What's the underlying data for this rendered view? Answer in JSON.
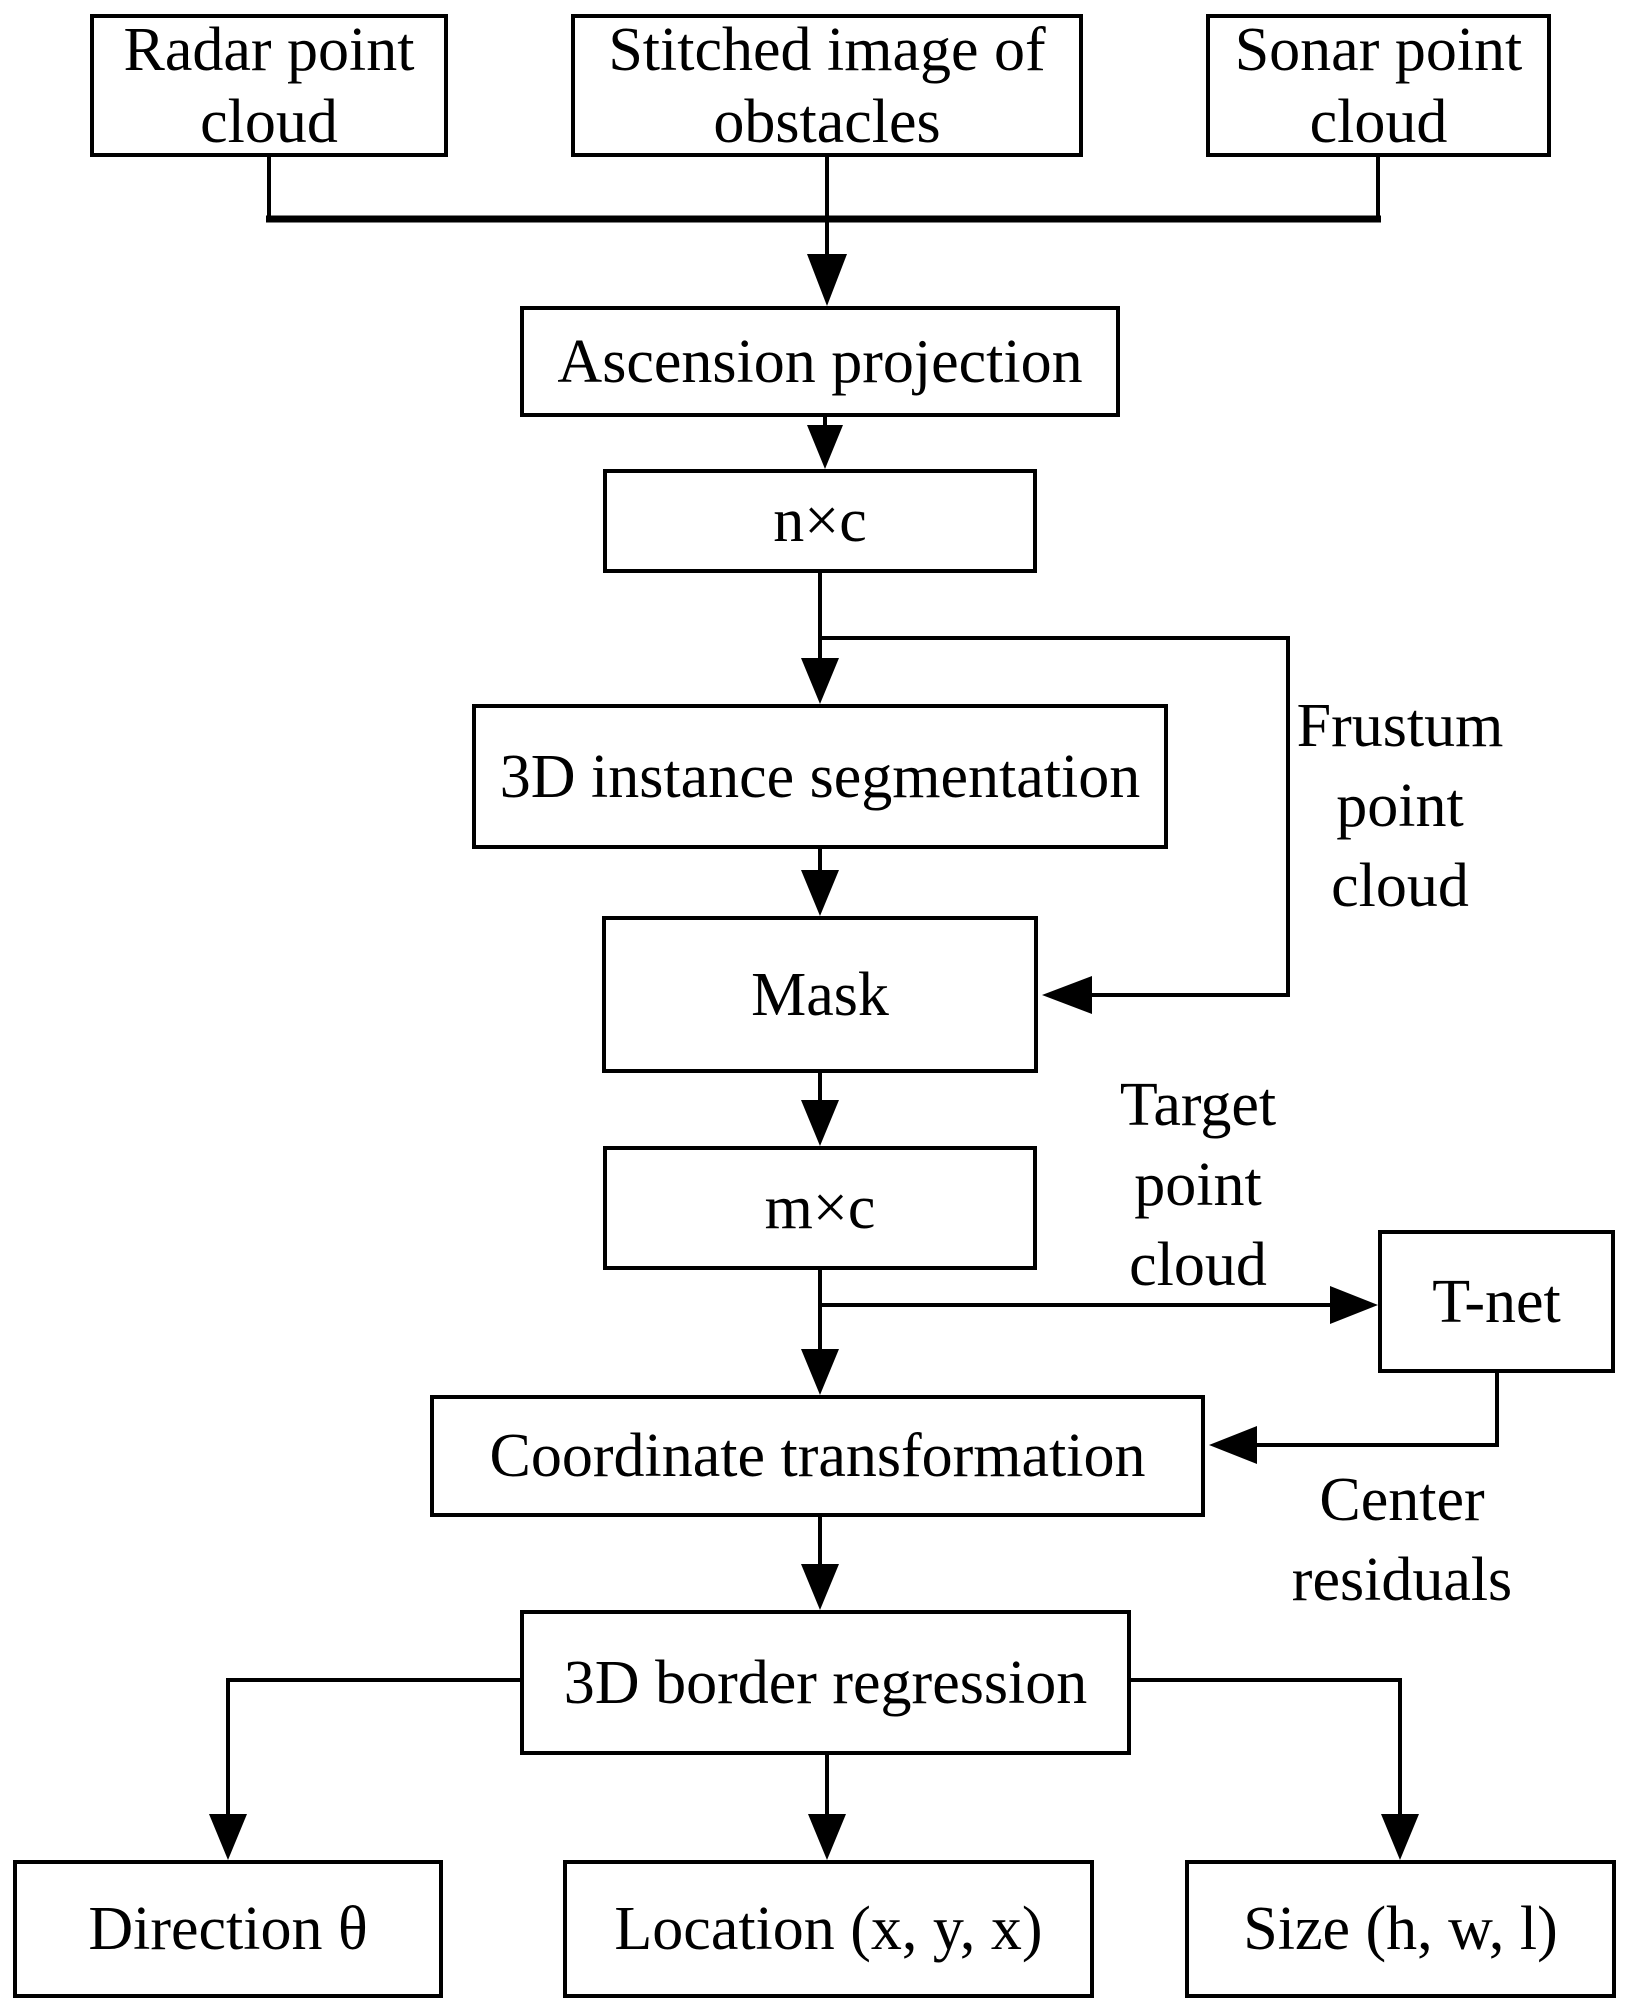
{
  "diagram": {
    "title": "Frustum-based 3D obstacle detection pipeline flowchart",
    "colors": {
      "background": "#ffffff",
      "line": "#000000",
      "box_fill": "#ffffff",
      "text": "#000000"
    },
    "nodes": {
      "radar": {
        "label": "Radar point cloud"
      },
      "stitched": {
        "label": "Stitched image of obstacles"
      },
      "sonar": {
        "label": "Sonar point cloud"
      },
      "ascension": {
        "label": "Ascension projection"
      },
      "nxc": {
        "label": "n×c"
      },
      "seg": {
        "label": "3D instance segmentation"
      },
      "mask": {
        "label": "Mask"
      },
      "mxc": {
        "label": "m×c"
      },
      "tnet": {
        "label": "T-net"
      },
      "coord": {
        "label": "Coordinate transformation"
      },
      "border": {
        "label": "3D border regression"
      },
      "direction": {
        "label": "Direction θ"
      },
      "location": {
        "label": "Location (x, y, x)"
      },
      "size": {
        "label": "Size (h, w, l)"
      }
    },
    "edge_labels": {
      "frustum": "Frustum point cloud",
      "target": "Target point cloud",
      "center_residuals": "Center residuals"
    },
    "edges": [
      {
        "from": "radar",
        "to": "ascension"
      },
      {
        "from": "stitched",
        "to": "ascension"
      },
      {
        "from": "sonar",
        "to": "ascension"
      },
      {
        "from": "ascension",
        "to": "nxc"
      },
      {
        "from": "nxc",
        "to": "seg"
      },
      {
        "from": "nxc",
        "to": "mask",
        "label": "Frustum point cloud"
      },
      {
        "from": "seg",
        "to": "mask"
      },
      {
        "from": "mask",
        "to": "mxc"
      },
      {
        "from": "mxc",
        "to": "coord"
      },
      {
        "from": "mxc",
        "to": "tnet",
        "label": "Target point cloud"
      },
      {
        "from": "tnet",
        "to": "coord",
        "label": "Center residuals"
      },
      {
        "from": "coord",
        "to": "border"
      },
      {
        "from": "border",
        "to": "direction"
      },
      {
        "from": "border",
        "to": "location"
      },
      {
        "from": "border",
        "to": "size"
      }
    ]
  }
}
